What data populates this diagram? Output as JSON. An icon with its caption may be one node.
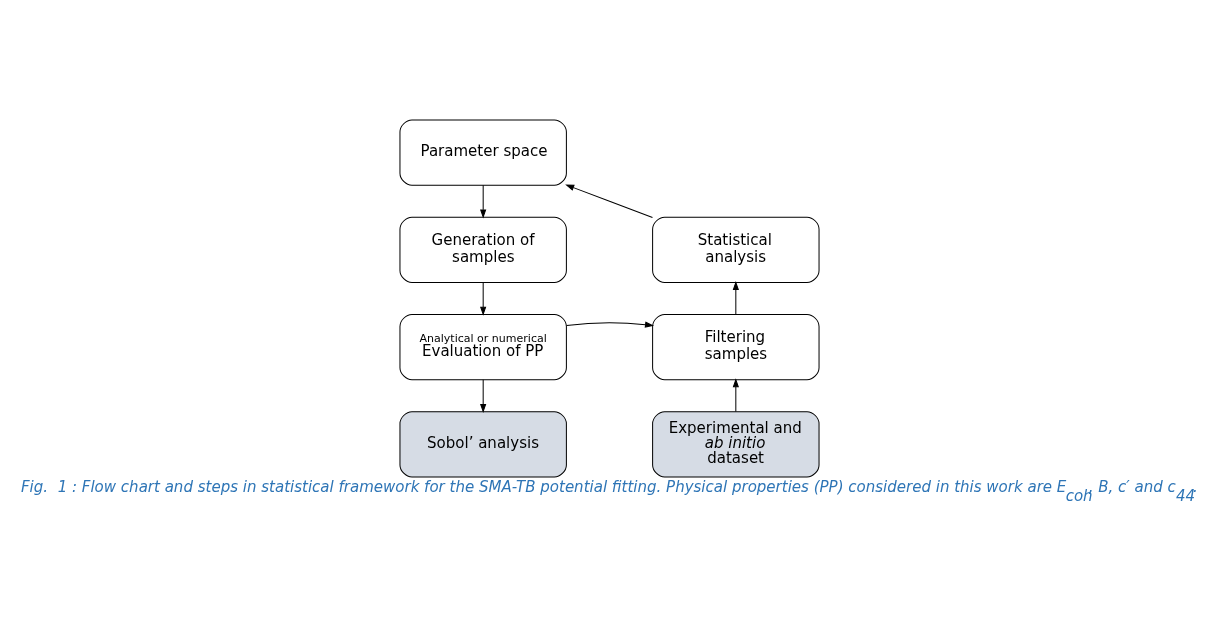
{
  "diagram": {
    "caption": "Fig.  1 : Flow chart and steps in statistical framework for the SMA-TB potential fitting. Physical properties (PP) considered in this work are E$_{coh}$, B, c′ and c$_{44}$.",
    "nodes": [
      {
        "text": [
          "Parameter space"
        ]
      },
      {
        "text": [
          "Generation of samples"
        ]
      },
      {
        "text": [
          "Analytical or numerical",
          "Evaluation of PP"
        ]
      },
      {
        "text": [
          "Sobol’ analysis"
        ]
      },
      {
        "text": [
          "Statistical analysis"
        ]
      },
      {
        "text": [
          "Filtering samples"
        ]
      },
      {
        "text": [
          "Experimental and *ab initio* dataset"
        ]
      }
    ],
    "edges": [
      {
        "from": 0,
        "to": 1,
        "arrow": "to"
      },
      {
        "from": 1,
        "to": 2,
        "arrow": "to"
      },
      {
        "from": 2,
        "to": 3,
        "arrow": "to"
      },
      {
        "from": 2,
        "to": 5,
        "arrow": "to"
      },
      {
        "from": 6,
        "to": 5,
        "arrow": "to"
      },
      {
        "from": 5,
        "to": 4,
        "arrow": "to"
      },
      {
        "from": 4,
        "to": 0,
        "arrow": "to"
      }
    ]
  }
}
